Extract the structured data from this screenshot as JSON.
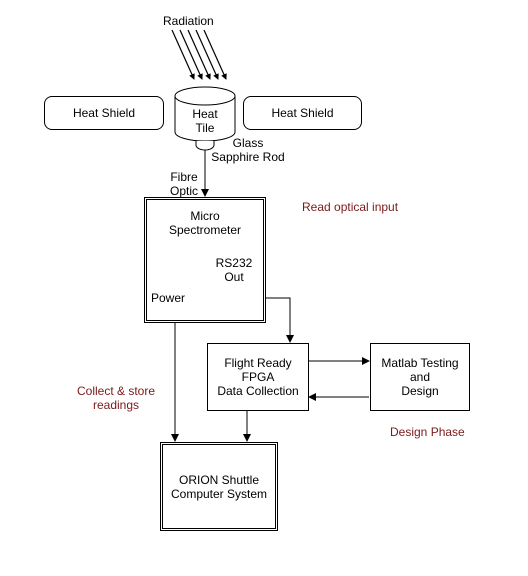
{
  "radiation_label": "Radiation",
  "heat_shield_left": "Heat Shield",
  "heat_shield_right": "Heat Shield",
  "heat_tile": "Heat\nTile",
  "glass_rod": "Glass\nSapphire Rod",
  "fibre_optic": "Fibre\nOptic",
  "micro_spectrometer": "Micro\nSpectrometer",
  "rs232_out": "RS232\nOut",
  "power": "Power",
  "read_optical_input": "Read optical input",
  "flight_ready": "Flight Ready\nFPGA\nData Collection",
  "matlab": "Matlab Testing\nand\nDesign",
  "design_phase": "Design Phase",
  "collect_store": "Collect & store\nreadings",
  "orion": "ORION Shuttle\nComputer System",
  "icons": {
    "serial_connector": "rs232-connector-icon"
  },
  "colors": {
    "note_text": "#7a1a1a",
    "lines": "#000000"
  }
}
